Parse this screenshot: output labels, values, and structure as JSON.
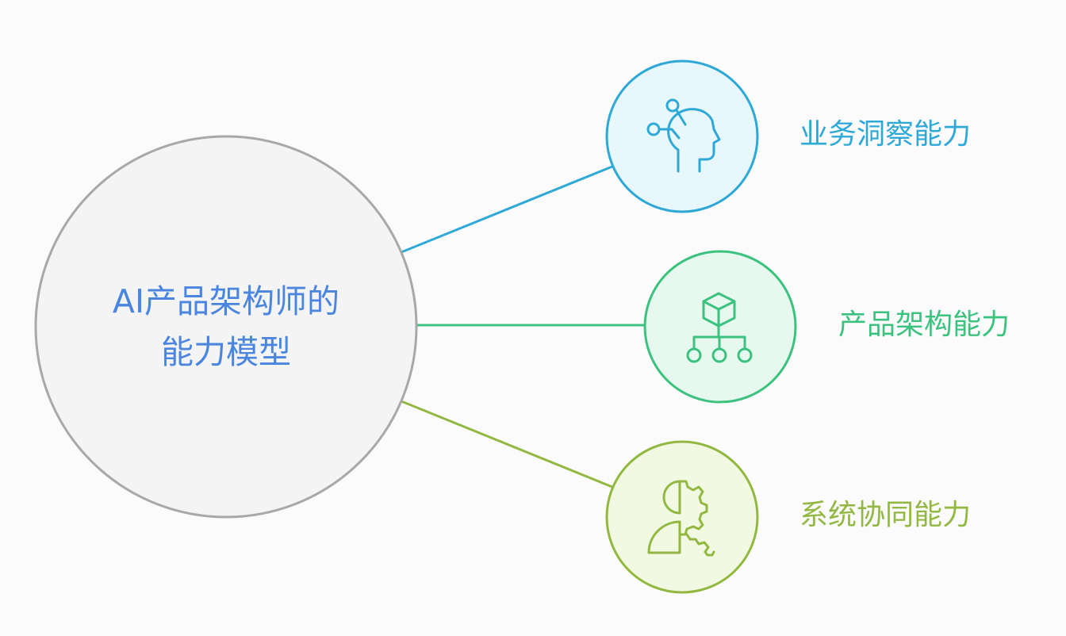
{
  "center": {
    "line1": "AI产品架构师的",
    "line2": "能力模型"
  },
  "capabilities": [
    {
      "label": "业务洞察能力",
      "icon": "head-idea-icon",
      "color": "#2ea8d6",
      "fill": "#e8f7fc"
    },
    {
      "label": "产品架构能力",
      "icon": "cube-hierarchy-icon",
      "color": "#3cc27f",
      "fill": "#e7f8ef"
    },
    {
      "label": "系统协同能力",
      "icon": "person-gear-icon",
      "color": "#93b841",
      "fill": "#f2f9e3"
    }
  ]
}
